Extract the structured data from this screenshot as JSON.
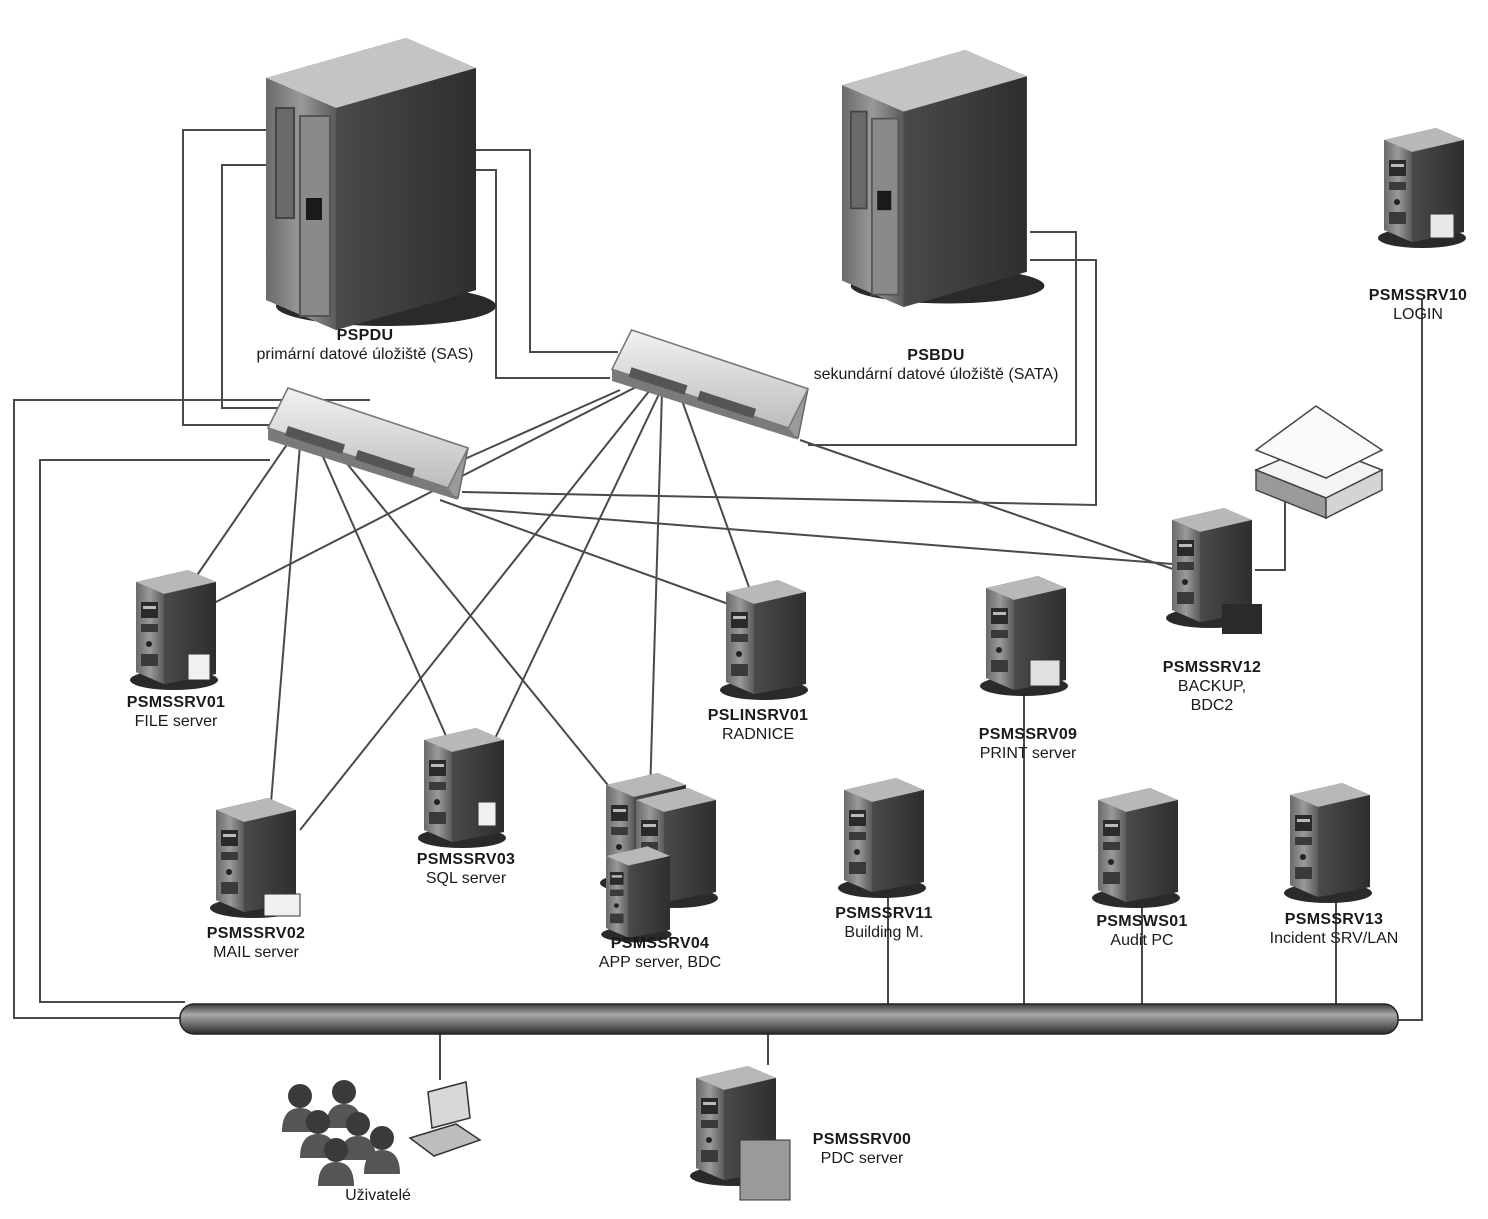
{
  "nodes": {
    "pspdu": {
      "name": "PSPDU",
      "desc": "primární datové úložiště (SAS)"
    },
    "psbdu": {
      "name": "PSBDU",
      "desc": "sekundární datové úložiště (SATA)"
    },
    "srv10": {
      "name": "PSMSSRV10",
      "desc": "LOGIN"
    },
    "srv12": {
      "name": "PSMSSRV12",
      "desc": "BACKUP,",
      "desc2": "BDC2"
    },
    "srv01": {
      "name": "PSMSSRV01",
      "desc": "FILE server"
    },
    "lin01": {
      "name": "PSLINSRV01",
      "desc": "RADNICE"
    },
    "srv09": {
      "name": "PSMSSRV09",
      "desc": "PRINT server"
    },
    "srv02": {
      "name": "PSMSSRV02",
      "desc": "MAIL server"
    },
    "srv03": {
      "name": "PSMSSRV03",
      "desc": "SQL server"
    },
    "srv04": {
      "name": "PSMSSRV04",
      "desc": "APP server, BDC"
    },
    "srv11": {
      "name": "PSMSSRV11",
      "desc": "Building M."
    },
    "msw01": {
      "name": "PSMSWS01",
      "desc": "Audit PC"
    },
    "srv13": {
      "name": "PSMSSRV13",
      "desc": "Incident SRV/LAN"
    },
    "srv00": {
      "name": "PSMSSRV00",
      "desc": "PDC server"
    },
    "users": {
      "name": "Uživatelé"
    }
  }
}
